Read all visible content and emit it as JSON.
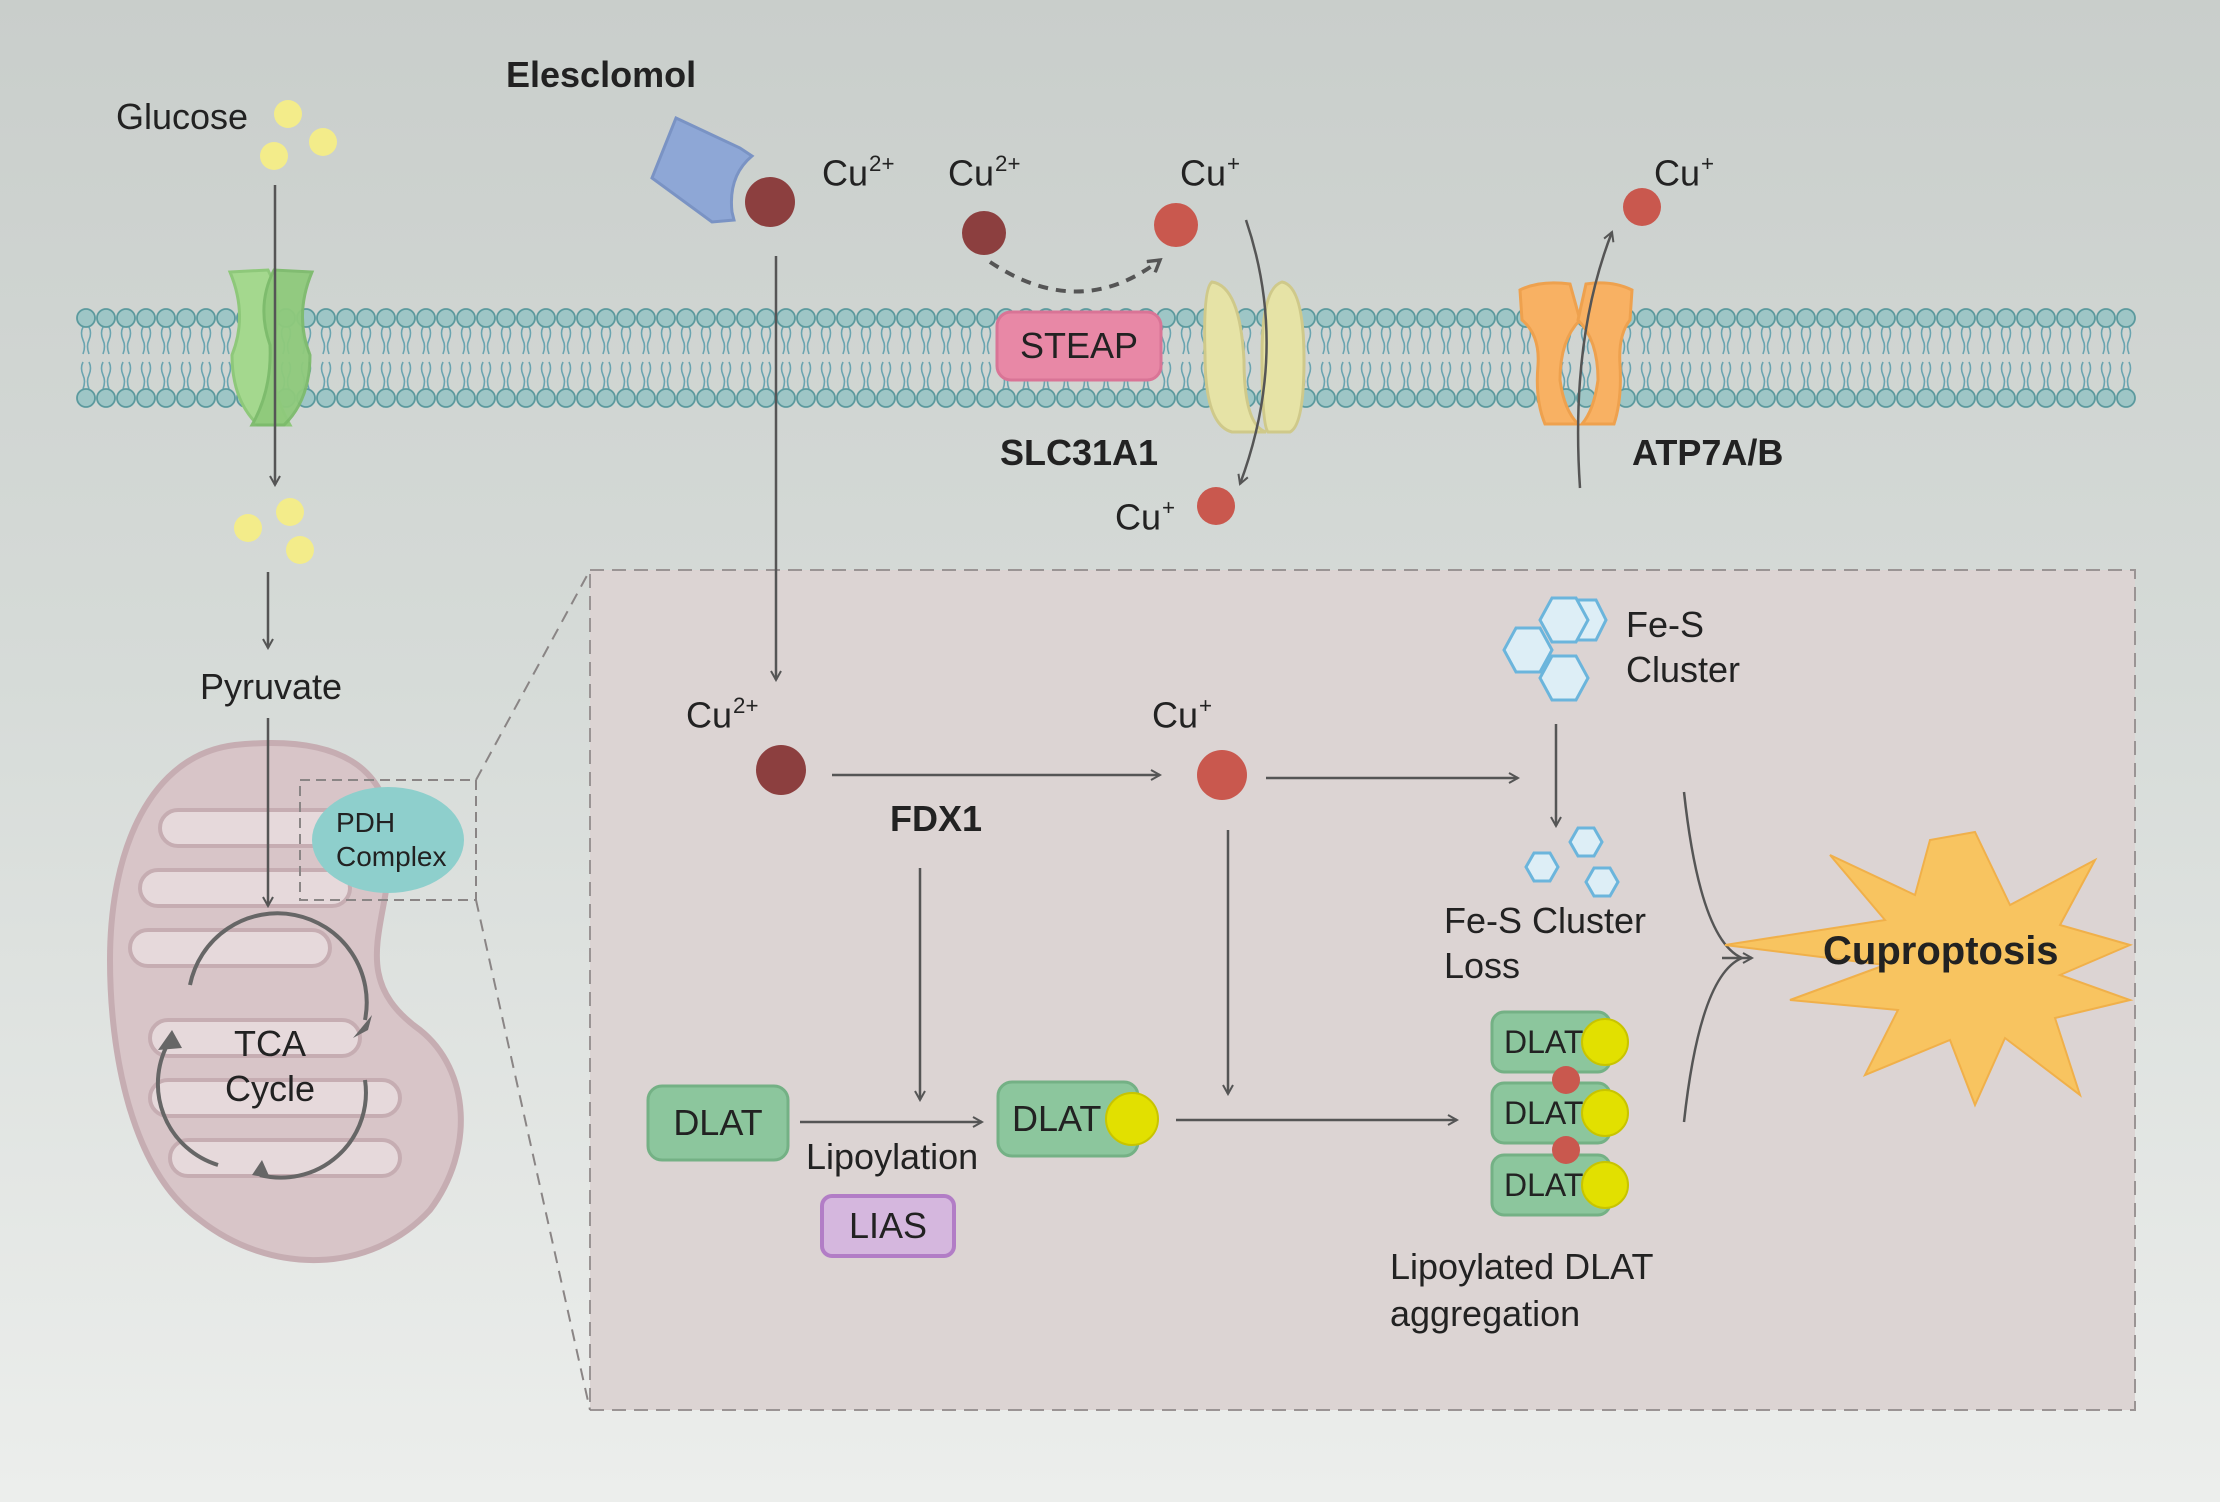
{
  "labels": {
    "glucose": "Glucose",
    "elesclomol": "Elesclomol",
    "cu2_top": "Cu",
    "cu2_top_sup": "2+",
    "cu2_left": "Cu",
    "cu2_left_sup": "2+",
    "cu1_top": "Cu",
    "cu1_top_sup": "+",
    "cu1_far": "Cu",
    "cu1_far_sup": "+",
    "cu1_below": "Cu",
    "cu1_below_sup": "+",
    "steap": "STEAP",
    "slc31a1": "SLC31A1",
    "atp7ab": "ATP7A/B",
    "pyruvate": "Pyruvate",
    "pdh_line1": "PDH",
    "pdh_line2": "Complex",
    "tca_line1": "TCA",
    "tca_line2": "Cycle",
    "cu2_inset": "Cu",
    "cu2_inset_sup": "2+",
    "cu1_inset": "Cu",
    "cu1_inset_sup": "+",
    "fdx1": "FDX1",
    "fes_line1": "Fe-S",
    "fes_line2": "Cluster",
    "fes_loss_line1": "Fe-S Cluster",
    "fes_loss_line2": "Loss",
    "dlat_plain": "DLAT",
    "dlat_lipo": "DLAT",
    "lipoylation": "Lipoylation",
    "lias": "LIAS",
    "dlat_agg1": "DLAT",
    "dlat_agg2": "DLAT",
    "dlat_agg3": "DLAT",
    "agg_line1": "Lipoylated DLAT",
    "agg_line2": "aggregation",
    "cuproptosis": "Cuproptosis"
  },
  "colors": {
    "glucose_dot": "#f3ec8a",
    "cu2_dot": "#8c3f3f",
    "cu1_dot": "#c9584e",
    "steap": "#e888a6",
    "slc31a1": "#e6e3a6",
    "atp7ab": "#f8b163",
    "glut_channel": "#a4d88e",
    "pdh": "#8ecfcc",
    "dlat": "#8cc69d",
    "lipoyl": "#e2e000",
    "lias": "#d5b7de",
    "fes": "#6bb5dc",
    "cuproptosis": "#f8c460",
    "elesclomol": "#8ea7d6",
    "mito": "#d8c5c8",
    "inset": "#dcd4d3"
  }
}
